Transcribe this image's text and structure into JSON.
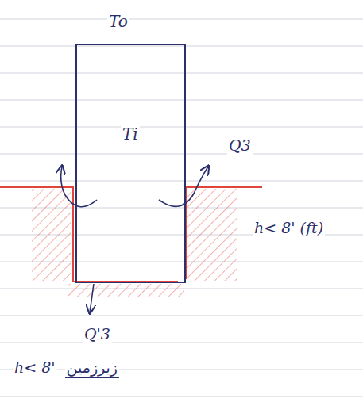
{
  "diagram": {
    "nodes": [
      {
        "text": [
          "To",
          "Ti"
        ]
      }
    ],
    "labels": [
      "Q3",
      "h< 8' (ft)",
      "Q'3",
      "h< 8'",
      "زیرزمین"
    ]
  }
}
